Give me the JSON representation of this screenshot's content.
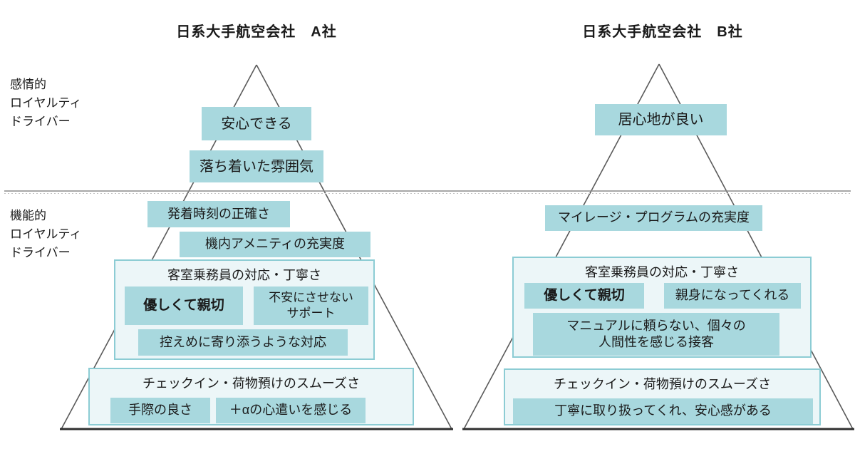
{
  "colors": {
    "box_fill": "#a8d8de",
    "group_fill": "#ecf6f8",
    "group_border": "#8cccd4",
    "outline": "#5a5a5a",
    "baseline": "#303030",
    "divider": "#8a8a8a",
    "divider_dotted": "#c4c4c4",
    "text": "#1a1a1a",
    "background": "#ffffff"
  },
  "header": {
    "title_a": "日系大手航空会社　A社",
    "title_b": "日系大手航空会社　B社"
  },
  "row_labels": {
    "emotional": "感情的\nロイヤルティ\nドライバー",
    "functional": "機能的\nロイヤルティ\nドライバー"
  },
  "pyramid_a": {
    "emotional": {
      "level1": "安心できる",
      "level2": "落ち着いた雰囲気"
    },
    "functional": {
      "level3": "発着時刻の正確さ",
      "level4": "機内アメニティの充実度",
      "cabin_crew": {
        "title": "客室乗務員の対応・丁寧さ",
        "item1": "優しくて親切",
        "item2": "不安にさせない\nサポート",
        "item3": "控えめに寄り添うような対応"
      },
      "checkin": {
        "title": "チェックイン・荷物預けのスムーズさ",
        "item1": "手際の良さ",
        "item2": "＋αの心遣いを感じる"
      }
    }
  },
  "pyramid_b": {
    "emotional": {
      "level1": "居心地が良い"
    },
    "functional": {
      "level3": "マイレージ・プログラムの充実度",
      "cabin_crew": {
        "title": "客室乗務員の対応・丁寧さ",
        "item1": "優しくて親切",
        "item2": "親身になってくれる",
        "item3": "マニュアルに頼らない、個々の\n人間性を感じる接客"
      },
      "checkin": {
        "title": "チェックイン・荷物預けのスムーズさ",
        "item1": "丁寧に取り扱ってくれ、安心感がある"
      }
    }
  }
}
